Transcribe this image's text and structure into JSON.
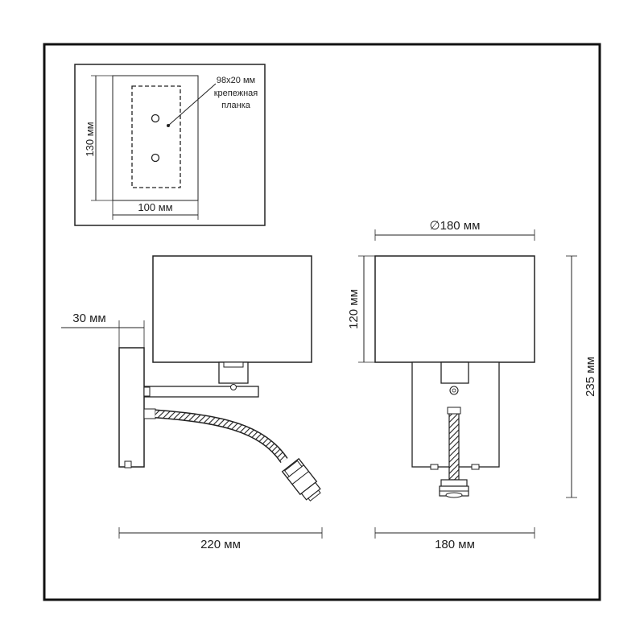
{
  "inset": {
    "plate_size": "98x20 мм",
    "plate_label_line1": "крепежная",
    "plate_label_line2": "планка",
    "height_label": "130 мм",
    "width_label": "100 мм"
  },
  "side_view": {
    "depth_label": "30 мм",
    "width_label": "220 мм"
  },
  "front_view": {
    "shade_diameter_label": "∅180 мм",
    "shade_height_label": "120 мм",
    "total_height_label": "235 мм",
    "width_label": "180 мм"
  },
  "colors": {
    "line": "#1a1a1a",
    "frame": "#111111"
  }
}
